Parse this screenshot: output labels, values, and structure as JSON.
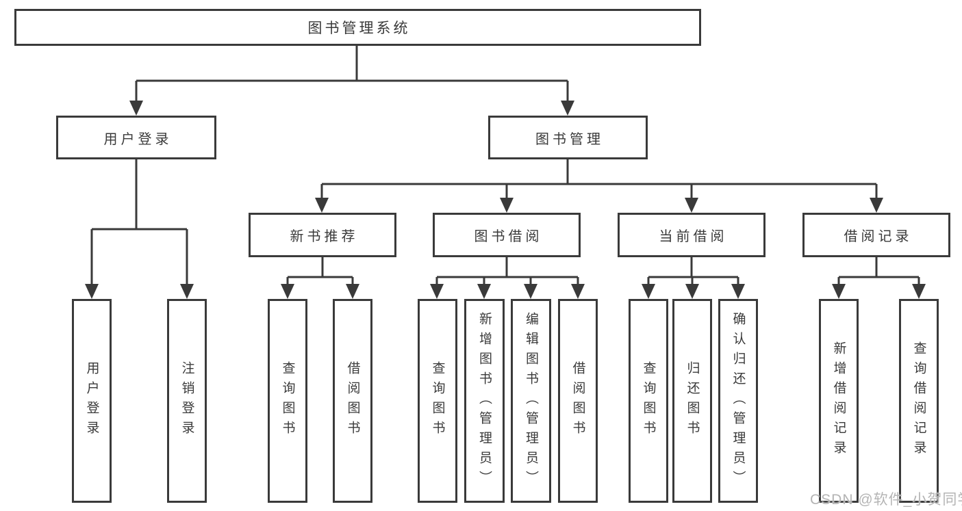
{
  "diagram_type": "hierarchy-tree",
  "colors": {
    "line": "#3a3a3a",
    "box_border": "#3a3a3a",
    "text": "#3a3a3a",
    "background": "#ffffff",
    "watermark_text": "#b4b4b4"
  },
  "tree": {
    "label": "图书管理系统",
    "children": [
      {
        "label": "用户登录",
        "children": [
          {
            "label": "用户登录"
          },
          {
            "label": "注销登录"
          }
        ]
      },
      {
        "label": "图书管理",
        "children": [
          {
            "label": "新书推荐",
            "children": [
              {
                "label": "查询图书"
              },
              {
                "label": "借阅图书"
              }
            ]
          },
          {
            "label": "图书借阅",
            "children": [
              {
                "label": "查询图书"
              },
              {
                "label": "新增图书（管理员）"
              },
              {
                "label": "编辑图书（管理员）"
              },
              {
                "label": "借阅图书"
              }
            ]
          },
          {
            "label": "当前借阅",
            "children": [
              {
                "label": "查询图书"
              },
              {
                "label": "归还图书"
              },
              {
                "label": "确认归还（管理员）"
              }
            ]
          },
          {
            "label": "借阅记录",
            "children": [
              {
                "label": "新增借阅记录"
              },
              {
                "label": "查询借阅记录"
              }
            ]
          }
        ]
      }
    ]
  },
  "watermark": {
    "text": "CSDN @软件_小贺同学"
  }
}
